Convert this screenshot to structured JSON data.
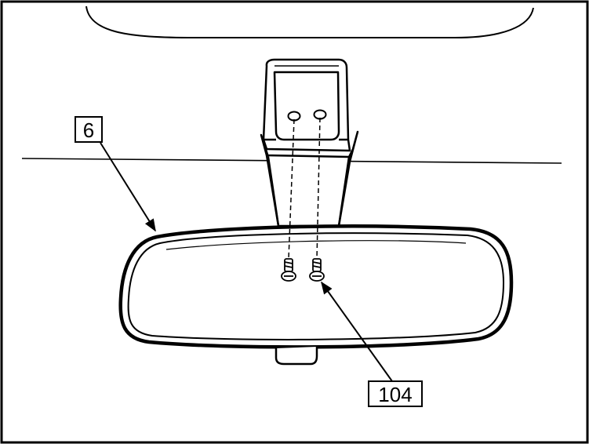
{
  "callouts": [
    {
      "id": "mirror",
      "label": "6"
    },
    {
      "id": "screw",
      "label": "104"
    }
  ],
  "colors": {
    "stroke": "#000000",
    "background": "#ffffff"
  }
}
